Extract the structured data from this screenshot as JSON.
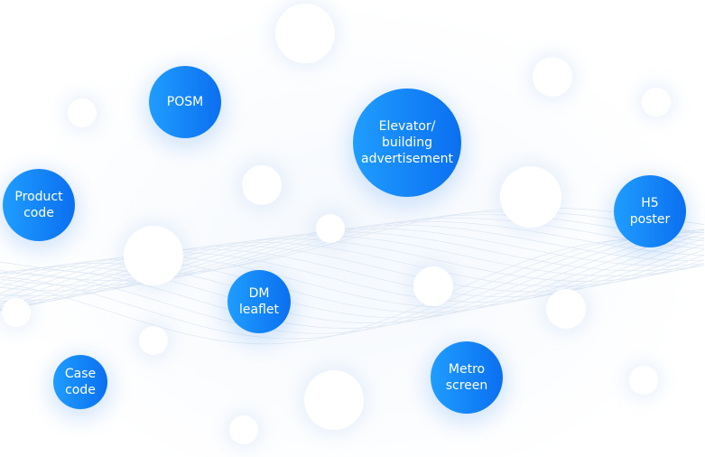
{
  "nodes": [
    {
      "label": "POSM"
    },
    {
      "label": "Elevator/\nbuilding\nadvertisement"
    },
    {
      "label": "Product\ncode"
    },
    {
      "label": "H5\nposter"
    },
    {
      "label": "DM\nleaflet"
    },
    {
      "label": "Case\ncode"
    },
    {
      "label": "Metro\nscreen"
    }
  ],
  "colors": {
    "gradient_start": "#1f9dff",
    "gradient_end": "#0b6ff0"
  }
}
